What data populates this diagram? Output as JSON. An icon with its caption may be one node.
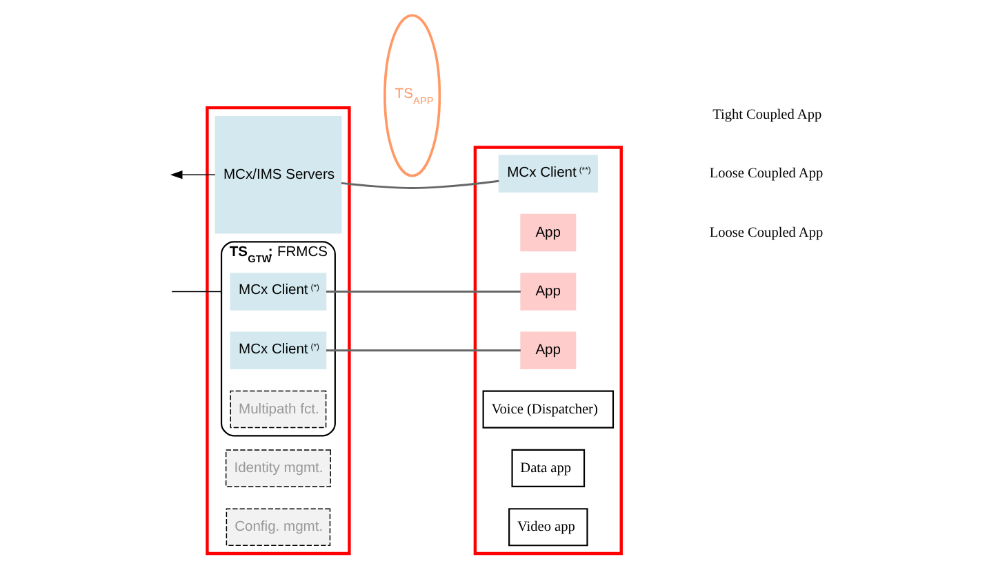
{
  "diagram": {
    "nodes": [
      {
        "text": [],
        "shape": "box"
      },
      {
        "text": [
          "MCx/IMS Servers"
        ],
        "in": 0
      },
      {
        "text": [
          "Identity mgmt."
        ],
        "in": 0
      },
      {
        "text": [
          "Config. mgmt."
        ],
        "in": 0
      },
      {
        "text": [
          "**TS$_{GTW}$:** FRMCS"
        ],
        "in": 0
      },
      {
        "text": [
          "MCx Client $^{(*)}$"
        ],
        "in": 4
      },
      {
        "text": [
          "MCx Client $^{(*)}$"
        ],
        "in": 4
      },
      {
        "text": [
          "Multipath fct."
        ],
        "in": 4
      },
      {
        "text": [
          "TS$_{APP}$"
        ]
      },
      {
        "text": [],
        "shape": "box"
      },
      {
        "text": [
          "MCx Client $^{(**)}$"
        ],
        "in": 9
      },
      {
        "text": [
          "App"
        ],
        "in": 9
      },
      {
        "text": [
          "App"
        ],
        "in": 9
      },
      {
        "text": [
          "App"
        ],
        "in": 9
      },
      {
        "text": [
          "Voice (Dispatcher)"
        ],
        "in": 9
      },
      {
        "text": [
          "Data app"
        ],
        "in": 9
      },
      {
        "text": [
          "Video app"
        ],
        "in": 9
      }
    ],
    "edges": [
      {
        "from": 1,
        "to": null,
        "arrow": "to",
        "color": "#000000"
      },
      {
        "from": 4,
        "to": null,
        "arrow": "none",
        "color": "#000000"
      },
      {
        "from": 1,
        "to": 10,
        "arrow": "none"
      },
      {
        "from": 5,
        "to": 12,
        "arrow": "none"
      },
      {
        "from": 6,
        "to": 13,
        "arrow": "none"
      }
    ],
    "labels": [
      "Tight Coupled App",
      "Loose Coupled App",
      "Loose Coupled App"
    ]
  }
}
